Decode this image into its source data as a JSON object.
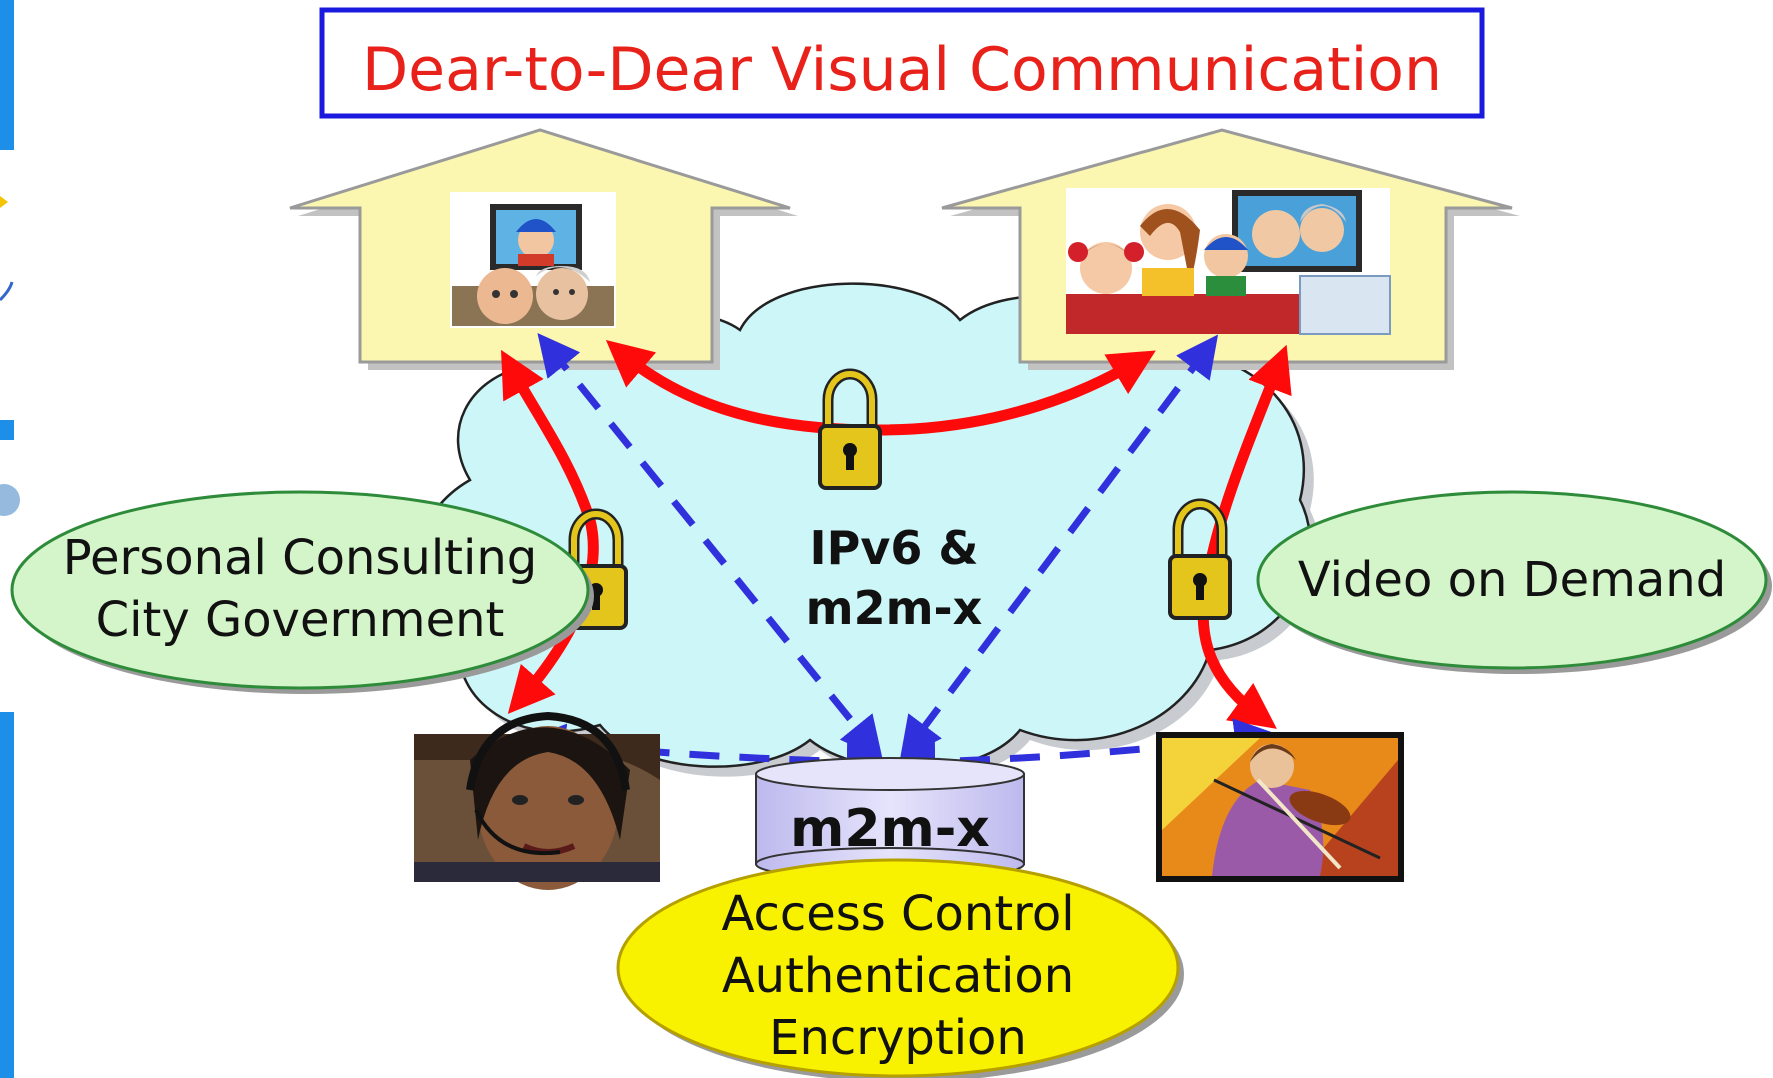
{
  "title": "Dear-to-Dear Visual Communication",
  "network": {
    "line1": "IPv6 &",
    "line2": "m2m-x"
  },
  "server": {
    "label": "m2m-x"
  },
  "left_service": {
    "line1": "Personal Consulting",
    "line2": "City Government"
  },
  "right_service": {
    "label": "Video on Demand"
  },
  "security": {
    "line1": "Access Control",
    "line2": "Authentication",
    "line3": "Encryption"
  },
  "colors": {
    "title_text": "#e8221b",
    "title_border": "#1a1adf",
    "house_fill": "#fbf6b0",
    "cloud_fill": "#ccf6f8",
    "secure_arrow": "#ff0a0a",
    "control_arrow": "#3030dd",
    "service_ellipse": "#d4f5c9",
    "security_ellipse": "#f8f200",
    "server_fill": "#dedcf7",
    "lock_body": "#e3c51b"
  },
  "icons": [
    "house-icon",
    "cloud-icon",
    "padlock-icon",
    "headset-person-icon",
    "violinist-icon",
    "video-call-family-icon",
    "database-icon"
  ]
}
